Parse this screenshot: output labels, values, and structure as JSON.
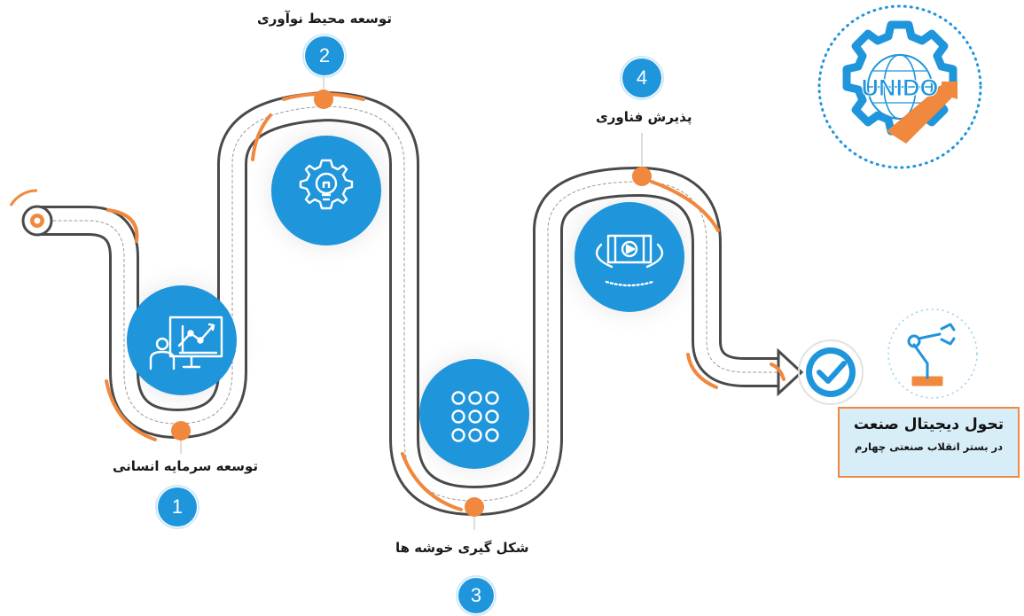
{
  "logo": {
    "text": "UNIDO"
  },
  "steps": [
    {
      "number": "1",
      "label": "توسعه سرمایه انسانی",
      "icon": "presentation-chart-icon"
    },
    {
      "number": "2",
      "label": "توسعه محیط نوآوری",
      "icon": "lightbulb-gear-icon"
    },
    {
      "number": "3",
      "label": "شکل گیری خوشه ها",
      "icon": "grid-dots-icon"
    },
    {
      "number": "4",
      "label": "پذیرش فناوری",
      "icon": "video-360-icon"
    }
  ],
  "result": {
    "title": "تحول دیجیتال صنعت",
    "subtitle": "در بستر انقلاب صنعتی چهارم",
    "check_icon": "check-circle-icon",
    "robot_icon": "robot-arm-icon"
  },
  "colors": {
    "blue": "#1f95dc",
    "orange": "#f0883e",
    "road": "#4a4a4a",
    "panel": "#d7eef9"
  }
}
